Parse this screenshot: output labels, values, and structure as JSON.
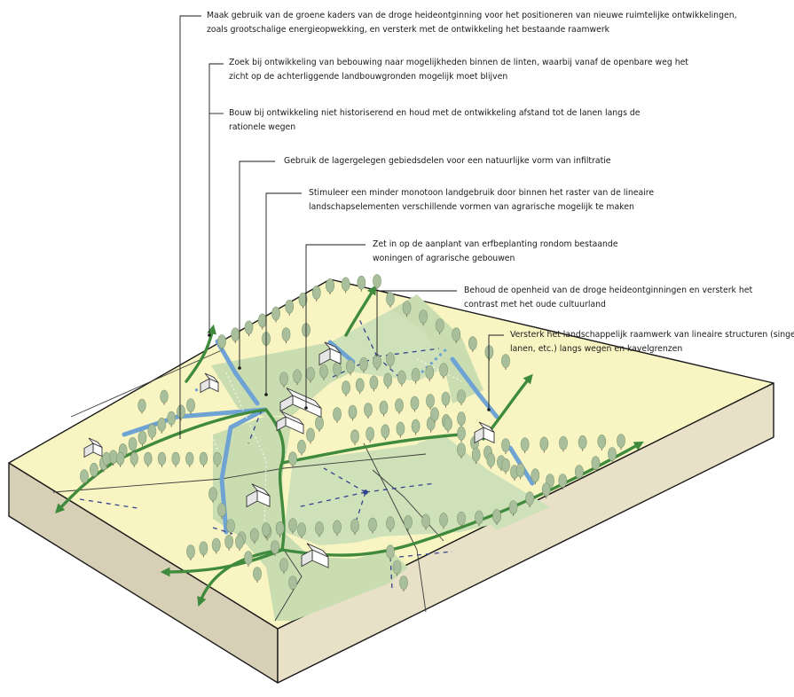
{
  "annotations": [
    {
      "id": "1",
      "lines": [
        "Maak gebruik van de groene kaders van de droge heideontginning voor het positioneren van nieuwe ruimtelijke ontwikkelingen,",
        "zoals grootschalige energieopwekking, en versterk met de ontwikkeling het bestaande raamwerk"
      ]
    },
    {
      "id": "2",
      "lines": [
        "Zoek bij ontwikkeling van bebouwing naar mogelijkheden binnen de linten, waarbij vanaf de openbare weg het",
        "zicht op de achterliggende landbouwgronden mogelijk moet blijven"
      ]
    },
    {
      "id": "3",
      "lines": [
        "Bouw bij ontwikkeling niet historiserend en houd met de ontwikkeling afstand tot de lanen langs de",
        "rationele wegen"
      ]
    },
    {
      "id": "4",
      "lines": [
        "Gebruik de lagergelegen gebiedsdelen voor een natuurlijke vorm van infiltratie"
      ]
    },
    {
      "id": "5",
      "lines": [
        "Stimuleer een minder monotoon landgebruik door binnen het raster van de lineaire",
        "landschapselementen verschillende vormen van agrarische mogelijk te maken"
      ]
    },
    {
      "id": "6",
      "lines": [
        "Zet in op de aanplant van erfbeplanting rondom bestaande",
        "woningen of agrarische gebouwen"
      ]
    },
    {
      "id": "7",
      "lines": [
        "Behoud de openheid van de droge heideontginningen en versterk het",
        "contrast met het oude cultuurland"
      ]
    },
    {
      "id": "8",
      "lines": [
        "Versterk het landschappelijk raamwerk van lineaire structuren (singels,",
        "lanen, etc.) langs wegen en kavelgrenzen"
      ]
    }
  ],
  "colors": {
    "heath": "#f9f5c3",
    "field": "#c9ddb1",
    "water": "#6fa3d4",
    "green_corridor": "#3f8a3d",
    "tree": "#a9bf9c",
    "tree_trunk": "#7a6a55",
    "view_line": "#33418f",
    "ink": "#1a1a1a"
  }
}
